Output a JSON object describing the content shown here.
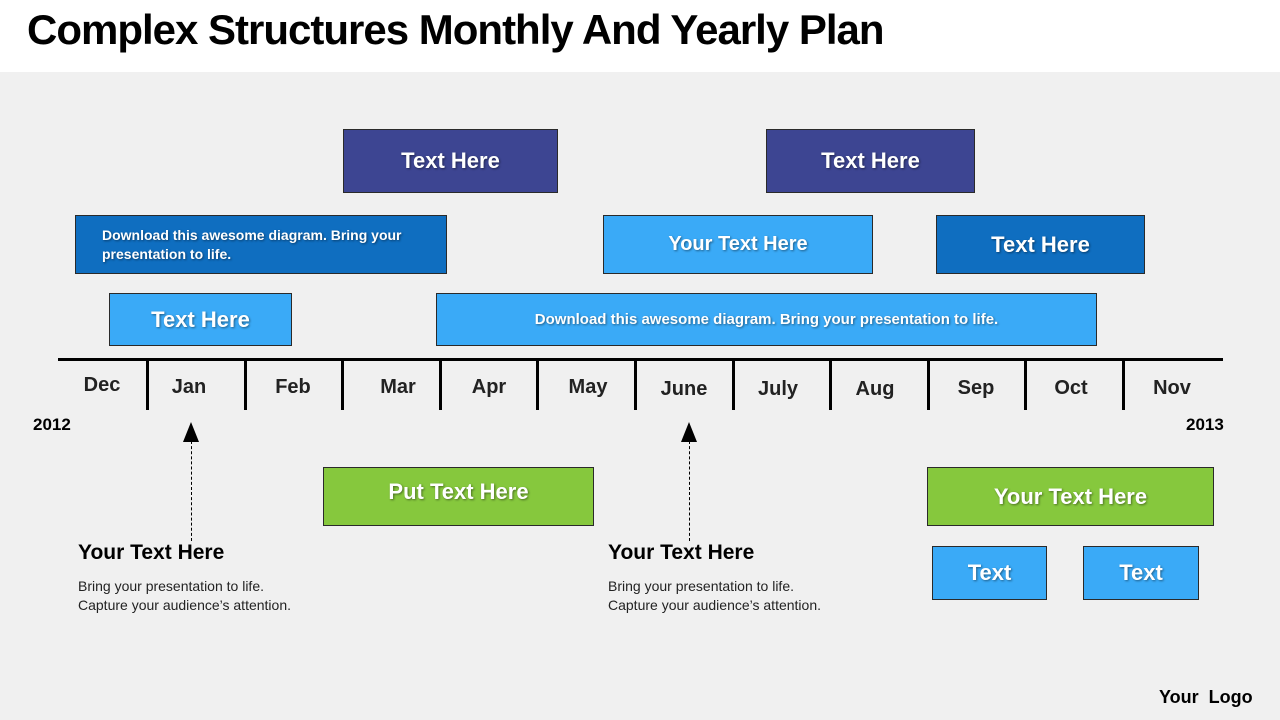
{
  "title": "Complex Structures Monthly And Yearly Plan",
  "boxes": {
    "top_left": "Text Here",
    "top_right": "Text Here",
    "row2_left": "Download this awesome diagram. Bring your presentation to life.",
    "row2_mid": "Your Text Here",
    "row2_right": "Text Here",
    "row3_left": "Text Here",
    "row3_wide": "Download this awesome diagram. Bring your presentation to life.",
    "bottom_left_green": "Put Text Here",
    "bottom_right_green": "Your Text Here",
    "bottom_text1": "Text",
    "bottom_text2": "Text"
  },
  "months": [
    "Dec",
    "Jan",
    "Feb",
    "Mar",
    "Apr",
    "May",
    "June",
    "July",
    "Aug",
    "Sep",
    "Oct",
    "Nov"
  ],
  "years": {
    "start": "2012",
    "end": "2013"
  },
  "callouts": [
    {
      "title": "Your Text Here",
      "line1": "Bring your presentation to life.",
      "line2": "Capture your audience’s attention."
    },
    {
      "title": "Your Text Here",
      "line1": "Bring your presentation to life.",
      "line2": "Capture your audience’s attention."
    }
  ],
  "logo": "Your  Logo",
  "colors": {
    "navy": "#3d4592",
    "blue": "#0f6ec0",
    "light_blue": "#3aaaf7",
    "green": "#86c83d"
  }
}
